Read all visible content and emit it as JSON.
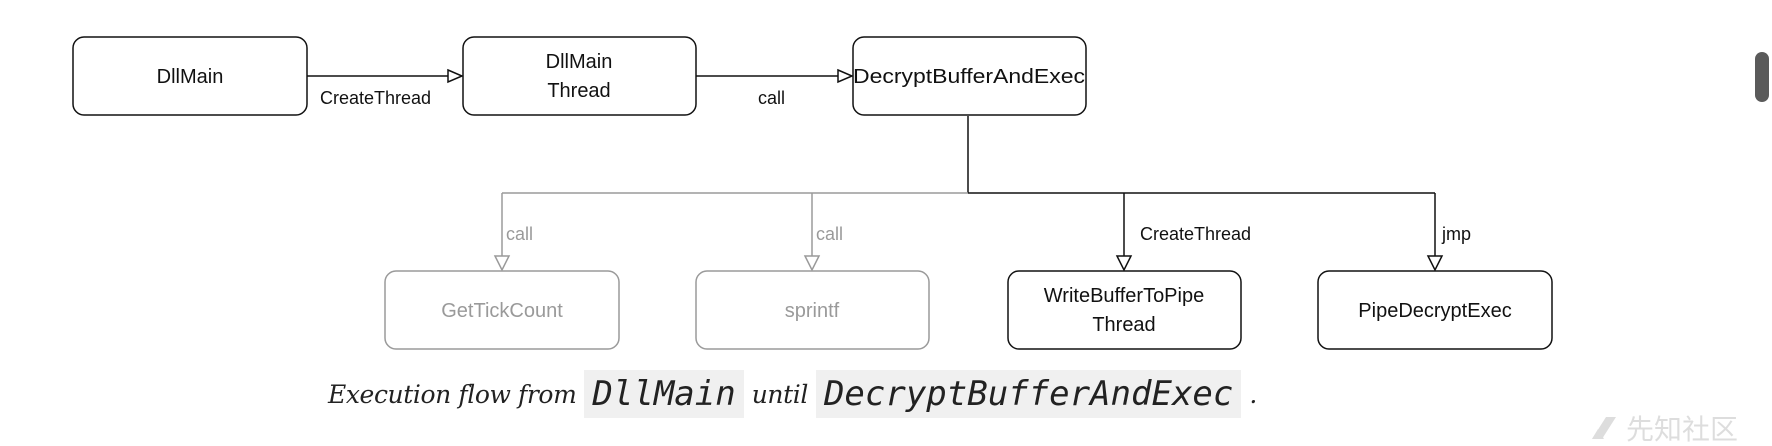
{
  "diagram": {
    "nodes": {
      "dllmain": "DllMain",
      "dllmain_thread_line1": "DllMain",
      "dllmain_thread_line2": "Thread",
      "decrypt": "DecryptBufferAndExec",
      "gettickcount": "GetTickCount",
      "sprintf": "sprintf",
      "write_pipe_line1": "WriteBufferToPipe",
      "write_pipe_line2": "Thread",
      "pipe_decrypt": "PipeDecryptExec"
    },
    "edges": {
      "dllmain_to_thread": "CreateThread",
      "thread_to_decrypt": "call",
      "decrypt_to_gettickcount": "call",
      "decrypt_to_sprintf": "call",
      "decrypt_to_write_pipe": "CreateThread",
      "decrypt_to_pipe_decrypt": "jmp"
    },
    "colors": {
      "active": "#111111",
      "muted": "#9a9a9a"
    }
  },
  "caption": {
    "prefix": "Execution flow from",
    "code1": "DllMain",
    "middle": "until",
    "code2": "DecryptBufferAndExec",
    "suffix": "."
  },
  "watermark": {
    "text": "先知社区",
    "icon": "logo-icon"
  }
}
